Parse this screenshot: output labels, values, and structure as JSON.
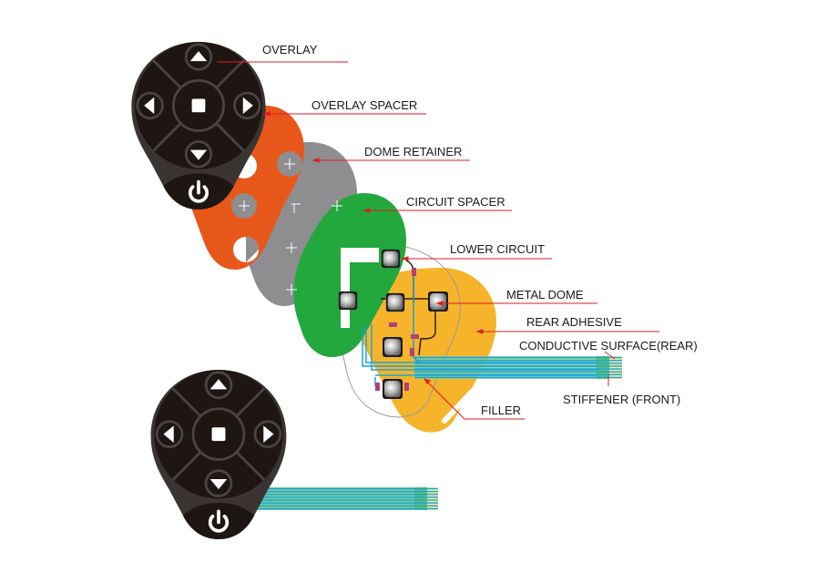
{
  "title": "Membrane switch exploded layer diagram",
  "colors": {
    "overlay": "#1e1613",
    "overlay_ring": "#4a4442",
    "overlay_bottom": "#3a3533",
    "overlay_spacer": "#e8571a",
    "dome_retainer": "#8e8d8f",
    "circuit_spacer": "#22a83c",
    "rear_adhesive": "#f6b42a",
    "leader": "#e21b23",
    "tail_green": "#7ccc9a",
    "tail_trace": "#1aa3d8",
    "stiffener": "#f3e9a0",
    "dome_gray": "#b8b8b8",
    "trace_dark": "#2a2020",
    "pad_pink": "#b0407a"
  },
  "labels": {
    "overlay": "OVERLAY",
    "overlay_spacer": "OVERLAY SPACER",
    "dome_retainer": "DOME RETAINER",
    "circuit_spacer": "CIRCUIT SPACER",
    "lower_circuit": "LOWER CIRCUIT",
    "metal_dome": "METAL DOME",
    "rear_adhesive": "REAR ADHESIVE",
    "conductive_surface": "CONDUCTIVE SURFACE(REAR)",
    "stiffener": "STIFFENER (FRONT)",
    "filler": "FILLER"
  },
  "keypad_buttons": [
    "up",
    "left",
    "center",
    "right",
    "down",
    "power"
  ],
  "tail_trace_count": 8
}
